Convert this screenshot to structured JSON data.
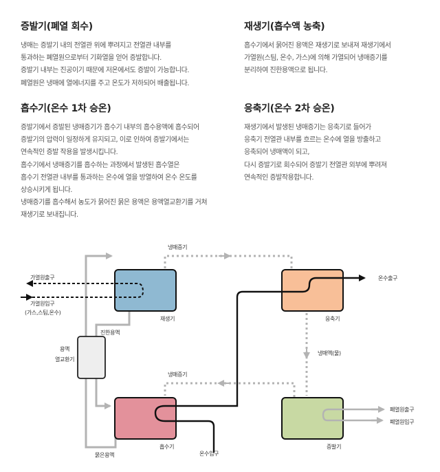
{
  "sections": [
    {
      "title": "증발기(폐열 회수)",
      "lines": [
        "냉매는 증발기 내의 전열관 위에 뿌려지고 전열관 내부를",
        "통과하는 폐열원으로부터 기화열을 얻어 증발합니다.",
        "증발기 내부는 진공이기 때문에 저온에서도 증발이 가능합니다.",
        "폐열원은 냉매에 열에너지를 주고 온도가 저하되어 배출됩니다."
      ]
    },
    {
      "title": "재생기(흡수액 농축)",
      "lines": [
        "흡수기에서 묽어진 용액은 재생기로 보내져 재생기에서",
        "가열원(스팀, 온수, 가스)에 의해 가열되어 냉매증기를",
        "분리하여 진한용액으로 됩니다."
      ]
    },
    {
      "title": "흡수기(온수 1차 승온)",
      "lines": [
        "증발기에서 증발된 냉매증기가 흡수기 내부의 흡수용액에 흡수되어",
        "증발기의 압력이 일정하게 유지되고, 이로 인하여 증발기에서는",
        "연속적인 증발 작용을 발생시킵니다.",
        "흡수기에서 냉매증기를 흡수하는 과정에서 발생된 흡수열은",
        "흡수기 전열관 내부를 통과하는 온수에 열을 방열하여 온수 온도를",
        "상승시키게 됩니다.",
        "냉매증기를 흡수해서 농도가 묽어진 묽은 용액은 용액열교환기를 거쳐",
        "재생기로 보내집니다."
      ]
    },
    {
      "title": "응축기(온수 2차 승온)",
      "lines": [
        "재생기에서 발생된 냉매증기는 응축기로 들어가",
        "응축기 전열관 내부를 흐르는 온수에 열을 방출하고",
        "응축되어 냉매액이 되고,",
        "다시 증발기로 회수되어 증발기 전열관 외부에 뿌려져",
        "연속적인 증발작용합니다."
      ]
    }
  ],
  "diagram": {
    "labels": {
      "vapor_top": "냉매증기",
      "heat_out": "가열원출구",
      "heat_in": "가열원입구",
      "heat_in_sub": "(가스,스팀,온수)",
      "regenerator": "재생기",
      "strong_solution": "진한용액",
      "hx_line1": "용액",
      "hx_line2": "열교환기",
      "condenser": "응축기",
      "hotwater_out": "온수출구",
      "refrigerant_liquid": "냉매액(물)",
      "vapor_mid": "냉매증기",
      "absorber": "흡수기",
      "hotwater_in": "온수입구",
      "weak_solution": "묽은용액",
      "evaporator": "증발기",
      "waste_out": "폐열원출구",
      "waste_in": "폐열원입구"
    },
    "colors": {
      "regenerator": "#8fb9d2",
      "condenser": "#f8bf98",
      "absorber": "#e3919b",
      "evaporator": "#c8d9a3",
      "exchanger": "#eeeeee",
      "gray_line": "#b3b3b3",
      "black_line": "#111111"
    }
  }
}
